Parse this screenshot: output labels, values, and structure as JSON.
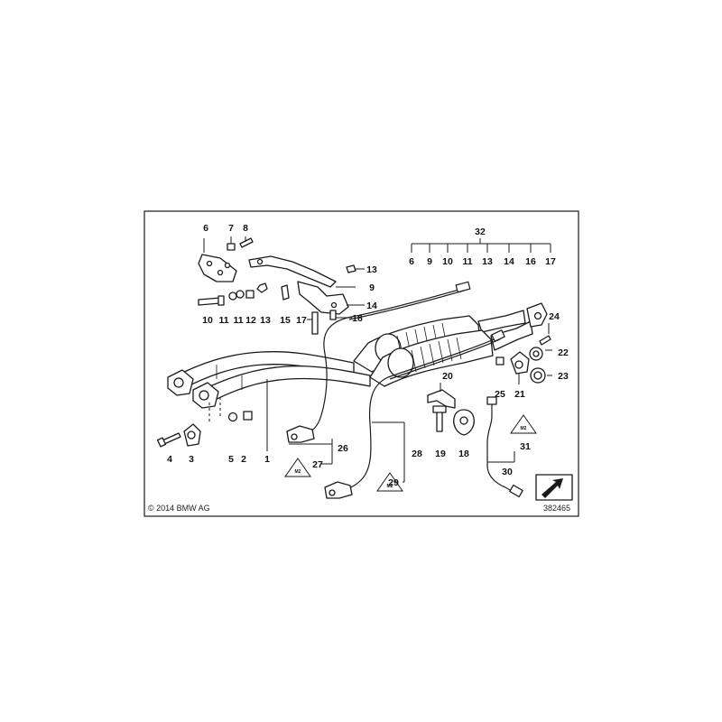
{
  "copyright": "© 2014 BMW AG",
  "diagram_id": "382465",
  "warning_symbol_text": "M2",
  "callouts": {
    "c1": "1",
    "c2": "2",
    "c3": "3",
    "c4": "4",
    "c5": "5",
    "c6": "6",
    "c7": "7",
    "c8": "8",
    "c9": "9",
    "c10": "10",
    "c11a": "11",
    "c11b": "11",
    "c12": "12",
    "c13a": "13",
    "c13b": "13",
    "c14": "14",
    "c15": "15",
    "c16": "16",
    "c17": "17",
    "c18": "18",
    "c19": "19",
    "c20": "20",
    "c21": "21",
    "c22": "22",
    "c23": "23",
    "c24": "24",
    "c25": "25",
    "c26": "26",
    "c27": "27",
    "c28": "28",
    "c29": "29",
    "c30": "30",
    "c31": "31",
    "c32": "32"
  },
  "kit_32_contents": [
    "6",
    "9",
    "10",
    "11",
    "13",
    "14",
    "16",
    "17"
  ]
}
